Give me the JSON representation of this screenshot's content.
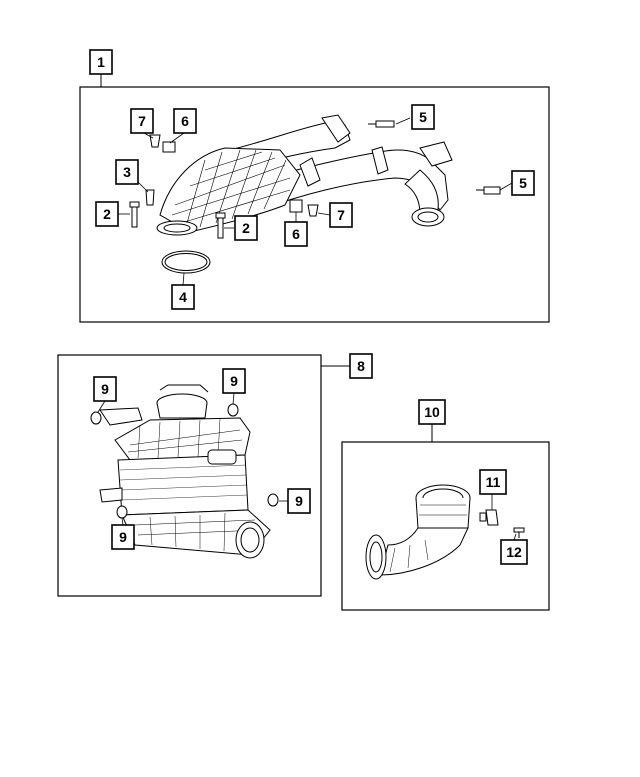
{
  "diagram": {
    "callouts": {
      "c1": "1",
      "c2a": "2",
      "c2b": "2",
      "c3": "3",
      "c4": "4",
      "c5a": "5",
      "c5b": "5",
      "c6a": "6",
      "c6b": "6",
      "c7a": "7",
      "c7b": "7",
      "c8": "8",
      "c9a": "9",
      "c9b": "9",
      "c9c": "9",
      "c9d": "9",
      "c10": "10",
      "c11": "11",
      "c12": "12"
    }
  }
}
